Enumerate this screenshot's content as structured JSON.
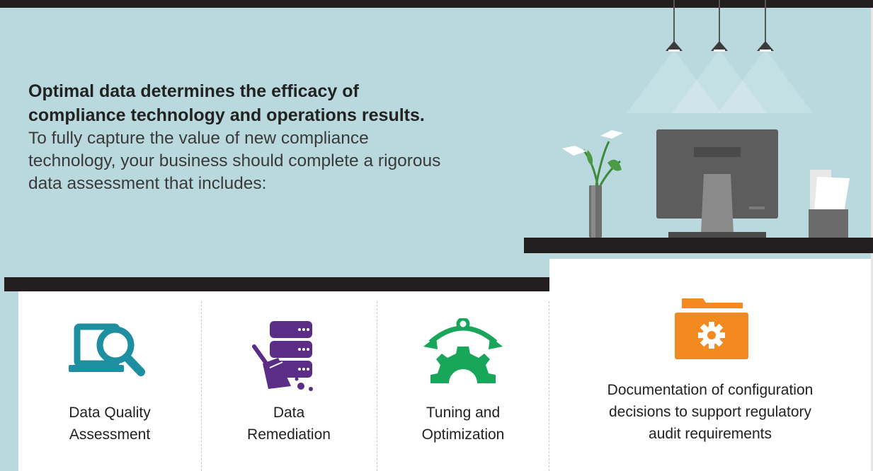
{
  "intro": {
    "heading_line1": "Optimal data determines the efficacy of",
    "heading_line2": "compliance technology and operations results.",
    "body_line1": "To fully capture the value of new compliance",
    "body_line2": "technology, your business should complete a rigorous",
    "body_line3": "data assessment that includes:"
  },
  "items": [
    {
      "line1": "Data Quality",
      "line2": "Assessment",
      "icon": "laptop-magnifier-icon",
      "color": "#1e8fa1"
    },
    {
      "line1": "Data",
      "line2": "Remediation",
      "icon": "database-broom-icon",
      "color": "#5b2d86"
    },
    {
      "line1": "Tuning and",
      "line2": "Optimization",
      "icon": "gear-arrows-icon",
      "color": "#17a65a"
    }
  ],
  "documentation": {
    "line1": "Documentation of configuration",
    "line2": "decisions to support regulatory",
    "line3": "audit requirements",
    "icon": "folder-gear-icon",
    "color": "#f28a21"
  },
  "colors": {
    "background": "#b9d9df",
    "dark": "#231f20",
    "panel": "#ffffff"
  }
}
